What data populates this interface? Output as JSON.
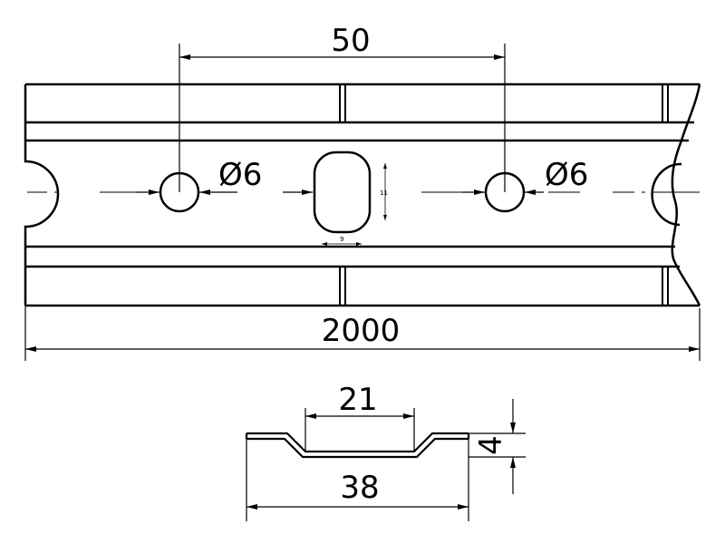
{
  "dimensions": {
    "hole_spacing": "50",
    "hole_diameter_left": "Ø6",
    "hole_diameter_right": "Ø6",
    "slot_height": "11",
    "slot_width": "9",
    "total_length": "2000",
    "profile_inner_width": "21",
    "profile_outer_width": "38",
    "profile_depth": "4"
  },
  "colors": {
    "line": "#000000",
    "background": "#ffffff"
  }
}
